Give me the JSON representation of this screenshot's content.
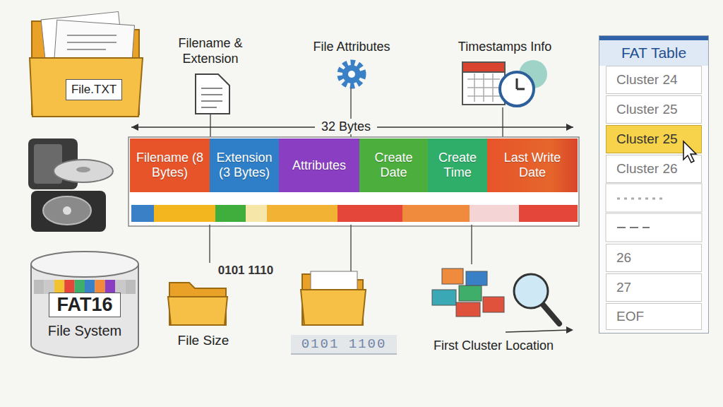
{
  "diagram": {
    "nodes": [
      {
        "text": [
          "File.TXT"
        ]
      },
      {
        "text": [
          "Filename (8 Bytes)"
        ]
      },
      {
        "text": [
          "Extension (3 Bytes)"
        ]
      },
      {
        "text": [
          "Attributes"
        ]
      },
      {
        "text": [
          "Create Date"
        ]
      },
      {
        "text": [
          "Create Time"
        ]
      },
      {
        "text": [
          "Last Write Date"
        ]
      },
      {
        "text": [
          "FAT Table"
        ]
      },
      {
        "text": [
          "Cluster 24"
        ],
        "in": 7
      },
      {
        "text": [
          "Cluster 25"
        ],
        "in": 7
      },
      {
        "text": [
          "Cluster 25"
        ],
        "in": 7
      },
      {
        "text": [
          "Cluster 26"
        ],
        "in": 7
      },
      {
        "text": [
          "26"
        ],
        "in": 7
      },
      {
        "text": [
          "27"
        ],
        "in": 7
      },
      {
        "text": [
          "EOF"
        ],
        "in": 7
      },
      {
        "text": [
          "FAT16",
          "File System"
        ]
      },
      {
        "text": [
          "0101 1100"
        ]
      }
    ],
    "labels": [
      "Filename & Extension",
      "File Attributes",
      "Timestamps Info",
      "32 Bytes",
      "0101 1110",
      "File Size",
      "First Cluster Location"
    ]
  }
}
